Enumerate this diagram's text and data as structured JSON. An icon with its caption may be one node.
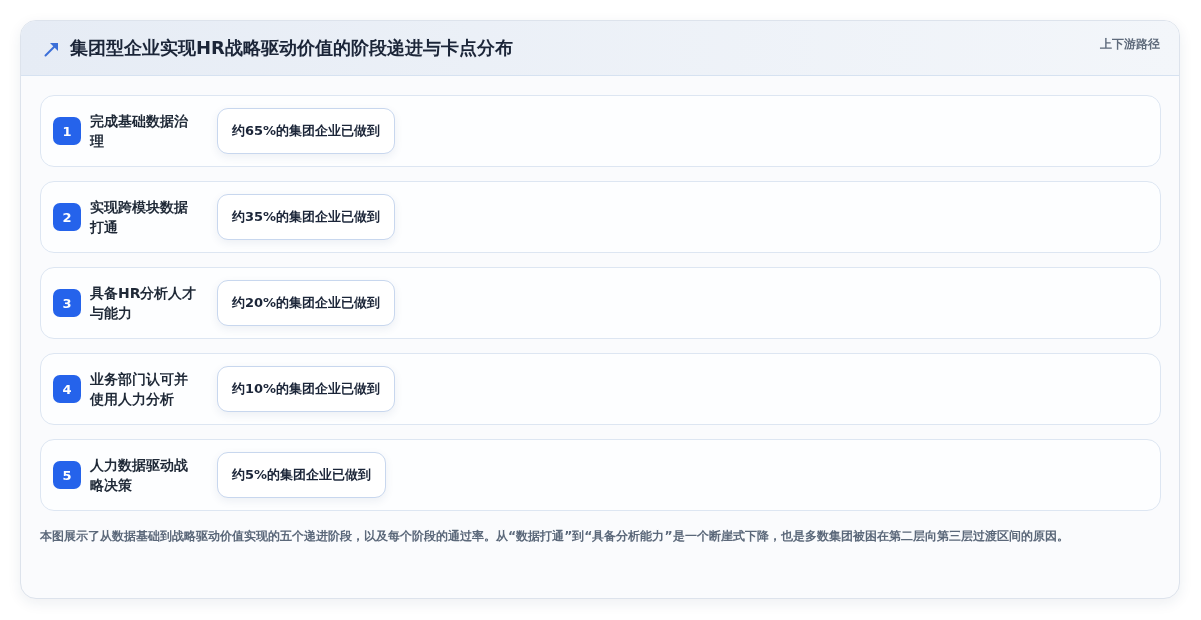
{
  "diagram": {
    "title": "集团型企业实现HR战略驱动价值的阶段递进与卡点分布",
    "caption": "本图展示了从数据基础到战略驱动价值实现的五个递进阶段，以及每个阶段的通过率。从“数据打通”到“具备分析能力”是一个断崖式下降，也是多数集团被困在第二层向第三层过渡区间的原因。",
    "nodes": [
      {
        "text": [
          "完成基础数据治理"
        ]
      },
      {
        "text": [
          "1"
        ],
        "in": 0
      },
      {
        "text": [
          "约65%的集团企业已做到"
        ],
        "in": 0
      },
      {
        "text": [
          "实现跨模块数据打通"
        ]
      },
      {
        "text": [
          "2"
        ],
        "in": 3
      },
      {
        "text": [
          "约35%的集团企业已做到"
        ],
        "in": 3
      },
      {
        "text": [
          "具备HR分析人才与能力"
        ]
      },
      {
        "text": [
          "3"
        ],
        "in": 6
      },
      {
        "text": [
          "约20%的集团企业已做到"
        ],
        "in": 6
      },
      {
        "text": [
          "业务部门认可并使用人力分析"
        ]
      },
      {
        "text": [
          "4"
        ],
        "in": 9
      },
      {
        "text": [
          "约10%的集团企业已做到"
        ],
        "in": 9
      },
      {
        "text": [
          "人力数据驱动战略决策"
        ]
      },
      {
        "text": [
          "5"
        ],
        "in": 12
      },
      {
        "text": [
          "约5%的集团企业已做到"
        ],
        "in": 12
      }
    ],
    "labels": [
      "上下游路径"
    ]
  }
}
